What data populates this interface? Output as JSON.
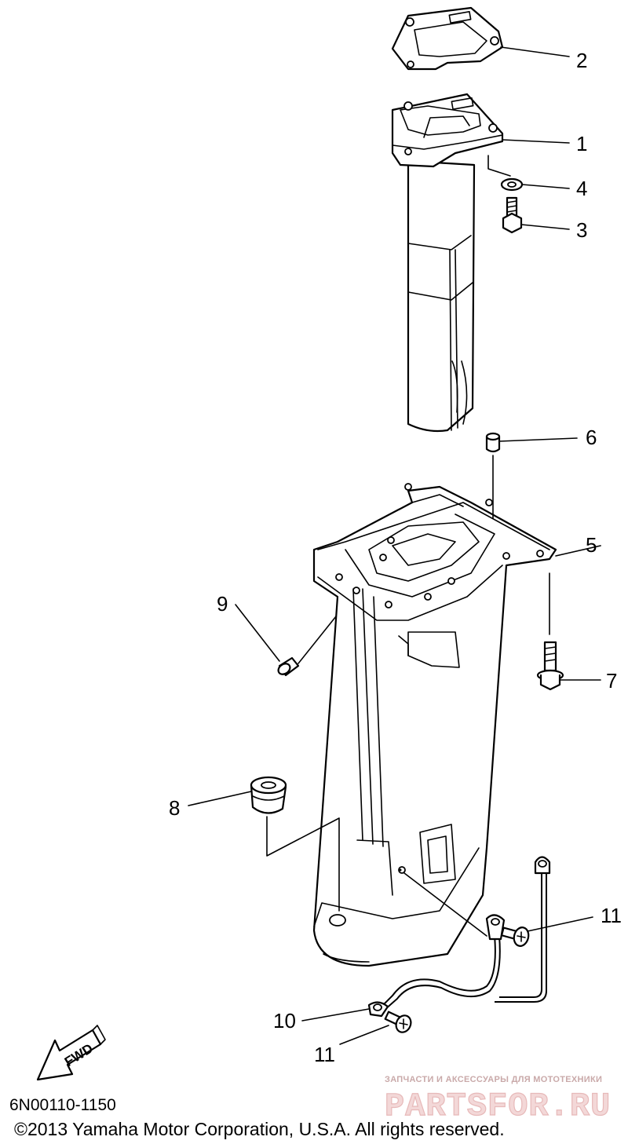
{
  "callouts": {
    "c1": "1",
    "c2": "2",
    "c3": "3",
    "c4": "4",
    "c5": "5",
    "c6": "6",
    "c7": "7",
    "c8": "8",
    "c9": "9",
    "c10": "10",
    "c11a": "11",
    "c11b": "11"
  },
  "direction_label": "FWD",
  "diagram_code": "6N00110-1150",
  "copyright": "©2013 Yamaha Motor Corporation, U.S.A. All rights reserved.",
  "watermark": {
    "tagline": "ЗАПЧАСТИ И АКСЕССУАРЫ ДЛЯ МОТОТЕХНИКИ",
    "brand": "PARTSFOR.RU"
  }
}
